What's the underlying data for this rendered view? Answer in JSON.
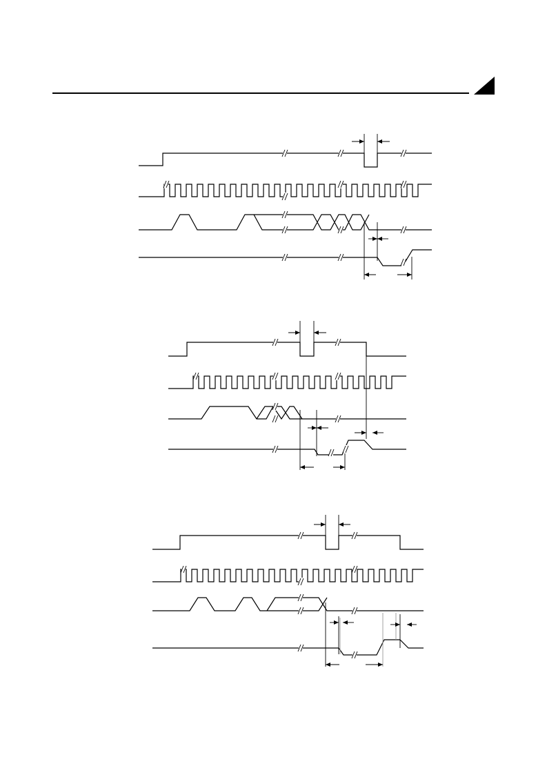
{
  "page": {
    "rule": "horizontal-rule",
    "corner_mark": "triangle-icon"
  },
  "diagrams": [
    {
      "name": "timing-diagram-1",
      "signals": [
        "signal-1",
        "clock",
        "data",
        "output"
      ]
    },
    {
      "name": "timing-diagram-2",
      "signals": [
        "signal-1",
        "clock",
        "data",
        "output"
      ]
    },
    {
      "name": "timing-diagram-3",
      "signals": [
        "signal-1",
        "clock",
        "data",
        "output"
      ]
    }
  ]
}
